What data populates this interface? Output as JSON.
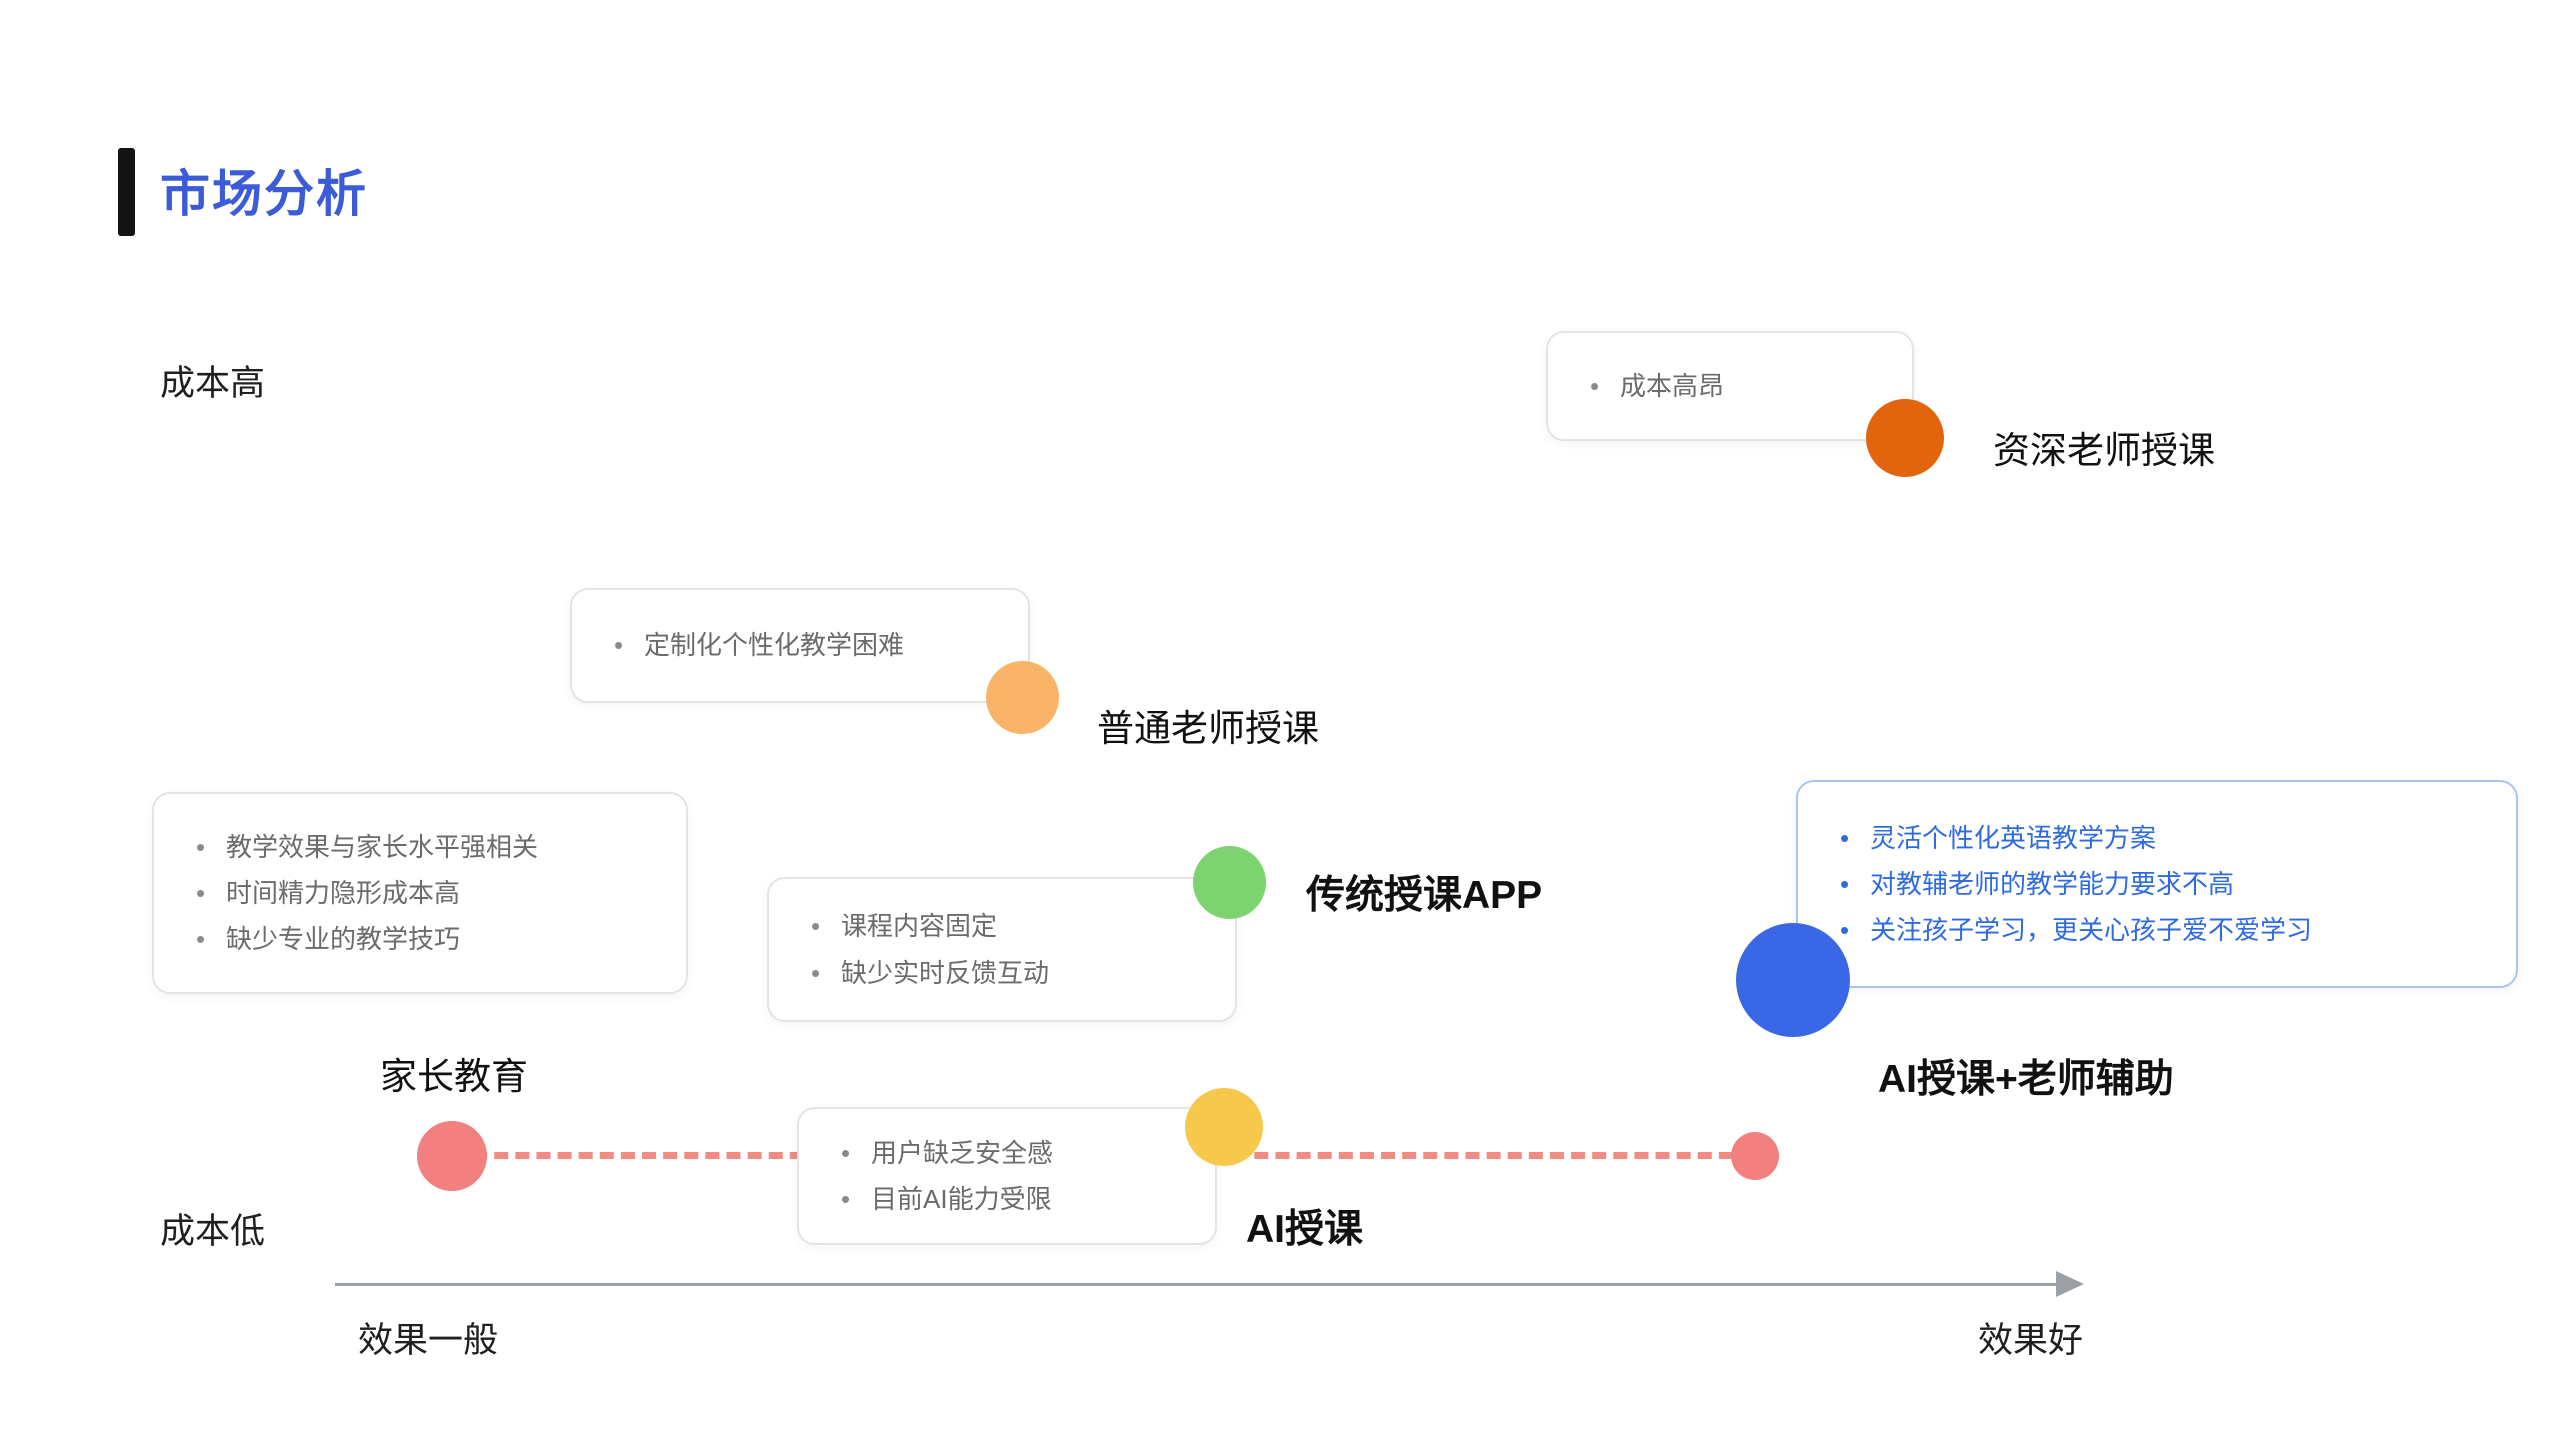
{
  "slide": {
    "title": "市场分析"
  },
  "colors": {
    "title": "#3C5BD6",
    "axis": "#9AA0A6",
    "dashed_line": "#F28B82",
    "note_text": "#6B6B6B",
    "highlight_text": "#2E6BE0",
    "highlight_border": "#A9C4F0"
  },
  "axes": {
    "y_top_label": "成本高",
    "y_bottom_label": "成本低",
    "x_left_label": "效果一般",
    "x_right_label": "效果好"
  },
  "points": [
    {
      "id": "senior-teacher",
      "label": "资深老师授课",
      "color": "#E2640D",
      "notes": [
        "成本高昂"
      ]
    },
    {
      "id": "normal-teacher",
      "label": "普通老师授课",
      "color": "#F9B468",
      "notes": [
        "定制化个性化教学困难"
      ]
    },
    {
      "id": "traditional-app",
      "label": "传统授课APP",
      "color": "#7CD36F",
      "notes": [
        "课程内容固定",
        "缺少实时反馈互动"
      ]
    },
    {
      "id": "parent-education",
      "label": "家长教育",
      "color": "#F28080",
      "notes": [
        "教学效果与家长水平强相关",
        "时间精力隐形成本高",
        "缺少专业的教学技巧"
      ]
    },
    {
      "id": "ai-teaching",
      "label": "AI授课",
      "color": "#F6C94D",
      "notes": [
        "用户缺乏安全感",
        "目前AI能力受限"
      ]
    },
    {
      "id": "ai-plus-teacher-assist",
      "label": "AI授课+老师辅助",
      "color": "#3A67E5",
      "notes": [
        "灵活个性化英语教学方案",
        "对教辅老师的教学能力要求不高",
        "关注孩子学习，更关心孩子爱不爱学习"
      ]
    }
  ]
}
